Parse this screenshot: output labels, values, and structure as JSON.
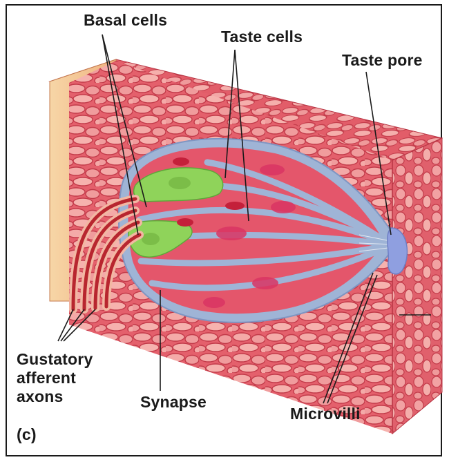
{
  "figure": {
    "panel_label": "(c)",
    "labels": {
      "basal_cells": "Basal cells",
      "taste_cells": "Taste cells",
      "taste_pore": "Taste pore",
      "gustatory_line1": "Gustatory",
      "gustatory_line2": "afferent",
      "gustatory_line3": "axons",
      "synapse": "Synapse",
      "microvilli": "Microvilli"
    }
  },
  "colors": {
    "tissue_fill": "#e86a73",
    "tissue_cell_outline": "#c43b4a",
    "tissue_cell_fill": "#f2a3a2",
    "bud_cell": "#e4566b",
    "bud_membrane": "#9fb4d6",
    "basal_cell": "#8fd35a",
    "nucleus": "#d93463",
    "skin_side": "#f4c38e",
    "axon": "#b8262f",
    "pore": "#8f9fe0"
  }
}
